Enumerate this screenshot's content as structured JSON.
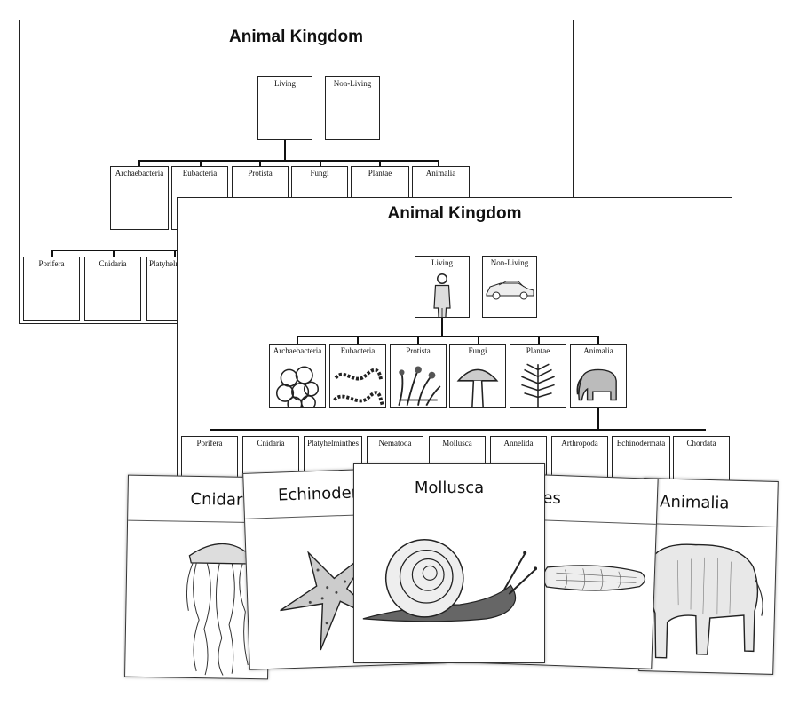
{
  "back_sheet": {
    "title": "Animal Kingdom",
    "top": [
      "Living",
      "Non-Living"
    ],
    "kingdoms": [
      "Archaebacteria",
      "Eubacteria",
      "Protista",
      "Fungi",
      "Plantae",
      "Animalia"
    ],
    "phyla": [
      "Porifera",
      "Cnidaria",
      "Platyhelminthes"
    ]
  },
  "front_sheet": {
    "title": "Animal Kingdom",
    "top": [
      "Living",
      "Non-Living"
    ],
    "kingdoms": [
      "Archaebacteria",
      "Eubacteria",
      "Protista",
      "Fungi",
      "Plantae",
      "Animalia"
    ],
    "phyla": [
      "Porifera",
      "Cnidaria",
      "Platyhelminthes",
      "Nematoda",
      "Mollusca",
      "Annelida",
      "Arthropoda",
      "Echinodermata",
      "Chordata"
    ]
  },
  "cards": {
    "cnidaria": "Cnidaria",
    "echinodermata": "Echinodermata",
    "mollusca": "Mollusca",
    "platyhelminthes": "Platyhelminthes",
    "animalia": "Animalia"
  },
  "icons": [
    "human-figure-icon",
    "car-icon",
    "archaebacteria-icon",
    "bacteria-chain-icon",
    "protist-icon",
    "mushroom-icon",
    "fern-icon",
    "elephant-icon",
    "jellyfish-icon",
    "starfish-icon",
    "snail-icon",
    "flatworm-icon"
  ]
}
